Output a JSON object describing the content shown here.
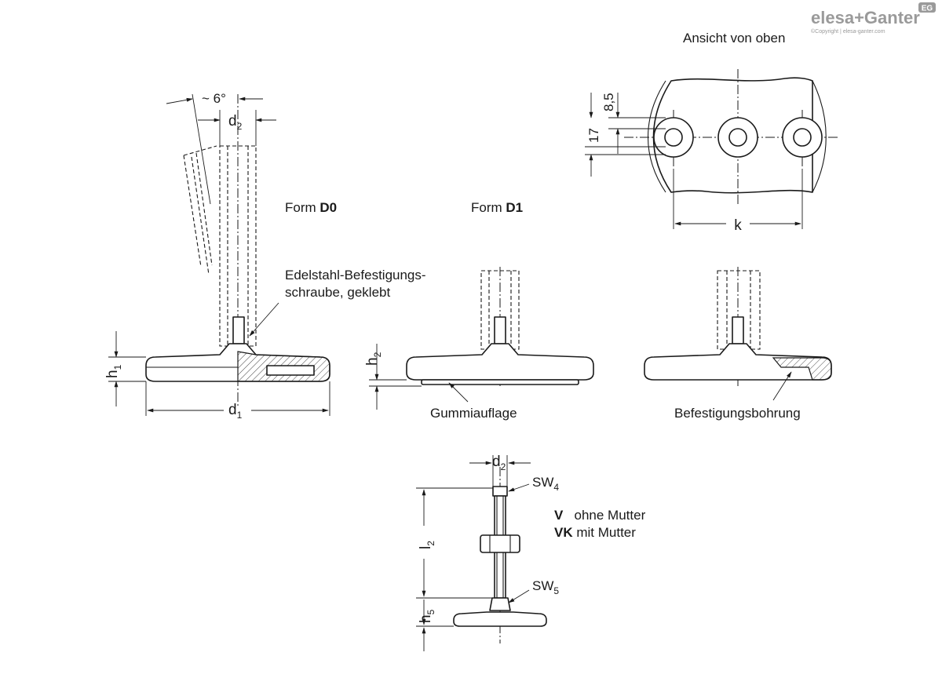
{
  "brand": {
    "logo_part1": "elesa",
    "logo_plus": "+",
    "logo_part2": "Ganter",
    "badge": "EG",
    "copyright": "©Copyright | elesa-ganter.com"
  },
  "views": {
    "top_view_title": "Ansicht von oben",
    "form_d0_prefix": "Form ",
    "form_d0_code": "D0",
    "form_d1_prefix": "Form ",
    "form_d1_code": "D1"
  },
  "callouts": {
    "screw_line1": "Edelstahl-Befestigungs-",
    "screw_line2": "schraube, geklebt",
    "rubber_pad": "Gummiauflage",
    "mounting_hole": "Befestigungsbohrung"
  },
  "dimensions": {
    "angle": "~ 6°",
    "d2": {
      "base": "d",
      "sub": "2"
    },
    "d1": {
      "base": "d",
      "sub": "1"
    },
    "h1": {
      "base": "h",
      "sub": "1"
    },
    "h2": {
      "base": "h",
      "sub": "2"
    },
    "h5": {
      "base": "h",
      "sub": "5"
    },
    "l2": {
      "base": "l",
      "sub": "2"
    },
    "sw4": {
      "base": "SW",
      "sub": "4"
    },
    "sw5": {
      "base": "SW",
      "sub": "5"
    },
    "k": "k",
    "dim_8_5": "8,5",
    "dim_17": "17"
  },
  "variants": [
    {
      "code": "V",
      "description": "ohne Mutter",
      "gap": "   "
    },
    {
      "code": "VK",
      "description": "mit Mutter",
      "gap": " "
    }
  ]
}
